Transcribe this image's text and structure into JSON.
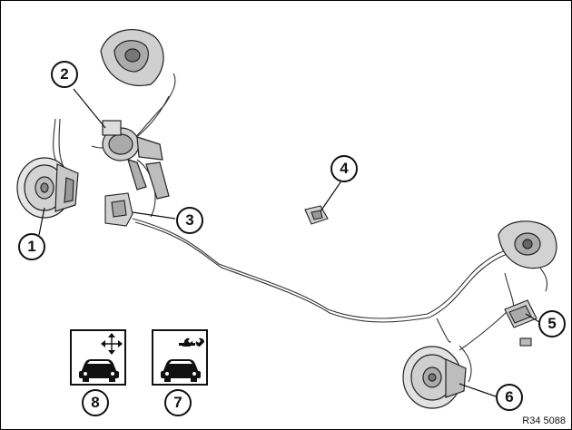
{
  "callouts": [
    {
      "id": "1",
      "label": "1"
    },
    {
      "id": "2",
      "label": "2"
    },
    {
      "id": "3",
      "label": "3"
    },
    {
      "id": "4",
      "label": "4"
    },
    {
      "id": "5",
      "label": "5"
    },
    {
      "id": "6",
      "label": "6"
    },
    {
      "id": "7",
      "label": "7"
    },
    {
      "id": "8",
      "label": "8"
    }
  ],
  "icons": [
    {
      "name": "car-move-icon"
    },
    {
      "name": "car-wrench-icon"
    }
  ],
  "figure_ref": "R34 5088",
  "colors": {
    "line": "#222222",
    "fill": "#cfcfcf",
    "dark": "#555555"
  }
}
